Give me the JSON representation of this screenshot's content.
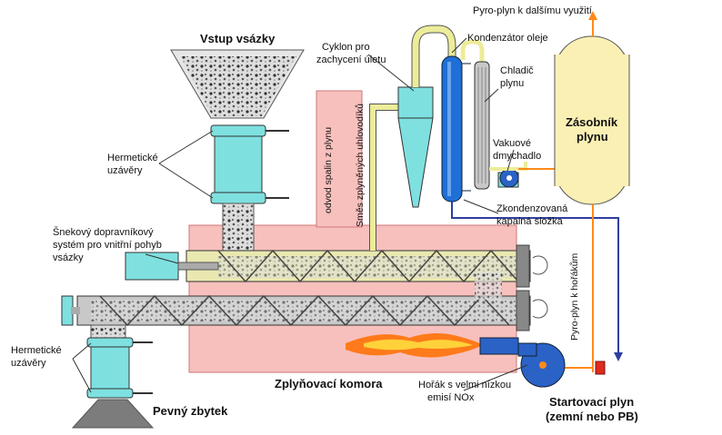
{
  "labels": {
    "vstup": "Vstup vsázky",
    "hermeticke_top_1": "Hermetické",
    "hermeticke_top_2": "uzávěry",
    "snekovy_1": "Šnekový dopravníkový",
    "snekovy_2": "systém pro vnitřní pohyb",
    "snekovy_3": "vsázky",
    "hermeticke_bot_1": "Hermetické",
    "hermeticke_bot_2": "uzávěry",
    "pevny": "Pevný zbytek",
    "odvod": "odvod spalin z plynu",
    "smes": "Směs zplyněných uhlovodíků",
    "cyklon_1": "Cyklon pro",
    "cyklon_2": "zachycení úletu",
    "kondenzator": "Kondenzátor oleje",
    "chladic_1": "Chladič",
    "chladic_2": "plynu",
    "pyro_top": "Pyro-plyn k dalšímu využití",
    "zasobnik_1": "Zásobník",
    "zasobnik_2": "plynu",
    "vakuove_1": "Vakuové",
    "vakuove_2": "dmychadlo",
    "zkondenzovana_1": "Zkondenzovaná",
    "zkondenzovana_2": "kapalná složka",
    "pyro_horak": "Pyro-plyn k hořákům",
    "zplynovaci": "Zplyňovací komora",
    "horak_1": "Hořák s velmi nízkou",
    "horak_2": "emisí NOx",
    "startovaci_1": "Startovací plyn",
    "startovaci_2": "(zemní nebo PB)"
  },
  "colors": {
    "chamber": "#f7c0bd",
    "chamber_edge": "#c77",
    "machine": "#7fe0e0",
    "screw_tube": "#c8c8c8",
    "feed_tube": "#e9e8b0",
    "gas_pipe": "#ecec9a",
    "condenser": "#1f6fd6",
    "tank": "#fbf0b4",
    "flame": "#ff7a1a",
    "blower": "#2b62c6",
    "pipe_blue": "#2f3f9f",
    "pipe_orange": "#ff8a1a",
    "ash": "#7c7c7c"
  }
}
